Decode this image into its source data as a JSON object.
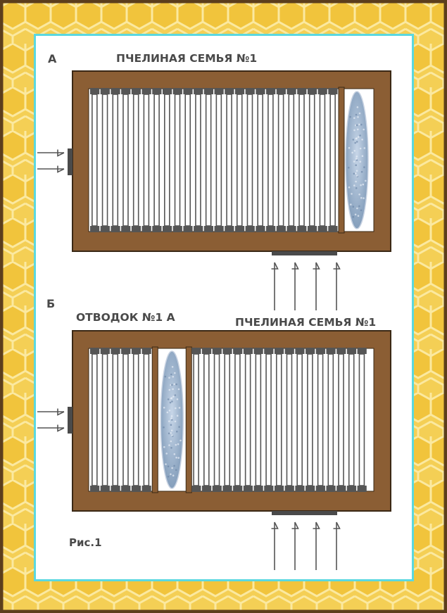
{
  "section_a": {
    "letter": "А",
    "title": "ПЧЕЛИНАЯ СЕМЬЯ №1",
    "frames_total": 24,
    "divider_after_frame": 22,
    "feeder_position": "right"
  },
  "section_b": {
    "letter": "Б",
    "title_left": "ОТВОДОК №1 А",
    "title_right": "ПЧЕЛИНАЯ СЕМЬЯ №1",
    "frames_total": 24,
    "divider_after_frame": 6,
    "feeder_position": "after-divider"
  },
  "figure_caption": "Рис.1",
  "colors": {
    "background_honeycomb": "#f4cf55",
    "honeycomb_line": "#fbe9a0",
    "frame_border": "#5c3e1c",
    "panel_border": "#5ad8e0",
    "hive_wood": "#8b5e34",
    "hive_inner": "#ffffff",
    "comb_bar": "#555555",
    "feeder_fill": "#9bb3cf",
    "arrow": "#555555",
    "text": "#4a4a4a"
  }
}
